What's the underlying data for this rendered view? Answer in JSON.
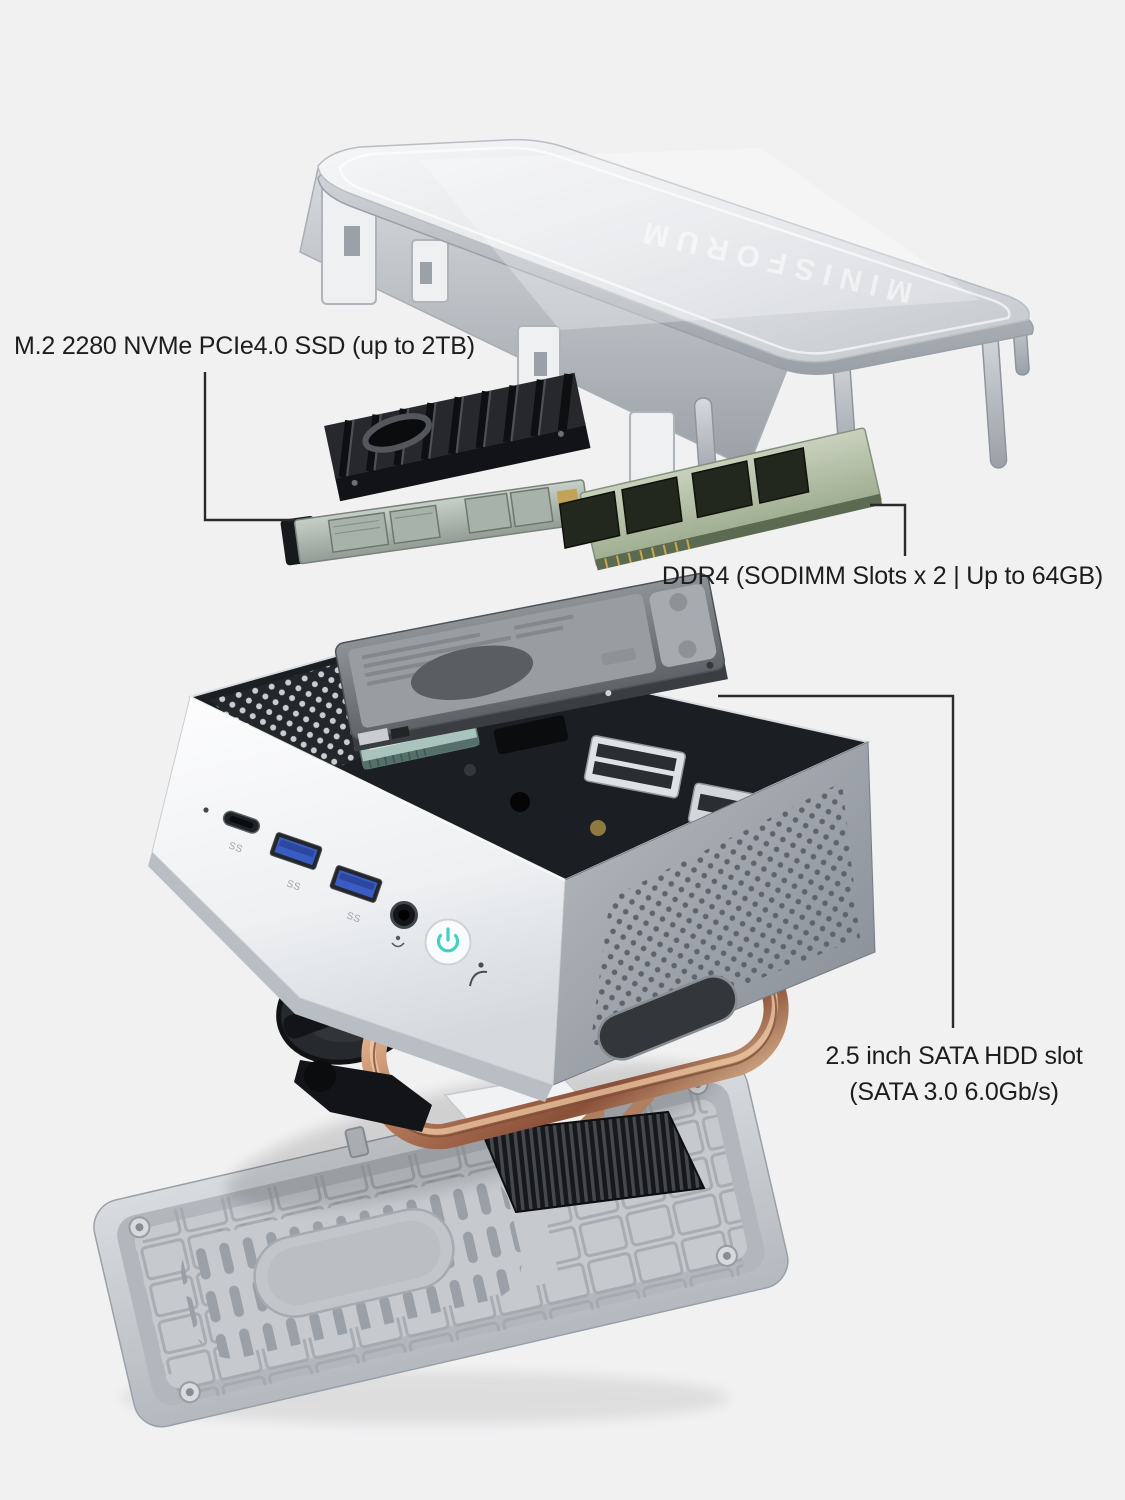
{
  "colors": {
    "background": "#f1f1f2",
    "annotation_text": "#1d1d1f",
    "leader_line": "#2a2a2a",
    "usb_blue": "#3a5dc4",
    "power_teal": "#43d1c6",
    "copper": "#c08a68",
    "ram_pcb_green": "#b7c2af",
    "wifi_pcb_teal": "#a9c3bd"
  },
  "annotations": {
    "m2_ssd": {
      "text": "M.2 2280 NVMe PCIe4.0 SSD (up to 2TB)"
    },
    "ddr4": {
      "text": "DDR4 (SODIMM Slots x 2 | Up to 64GB)"
    },
    "hdd": {
      "line1": "2.5 inch SATA HDD slot",
      "line2": "(SATA 3.0 6.0Gb/s)"
    }
  },
  "device": {
    "brand_logo": "MINISFORUM",
    "front_panel": {
      "superspeed_mark": "SS"
    }
  }
}
